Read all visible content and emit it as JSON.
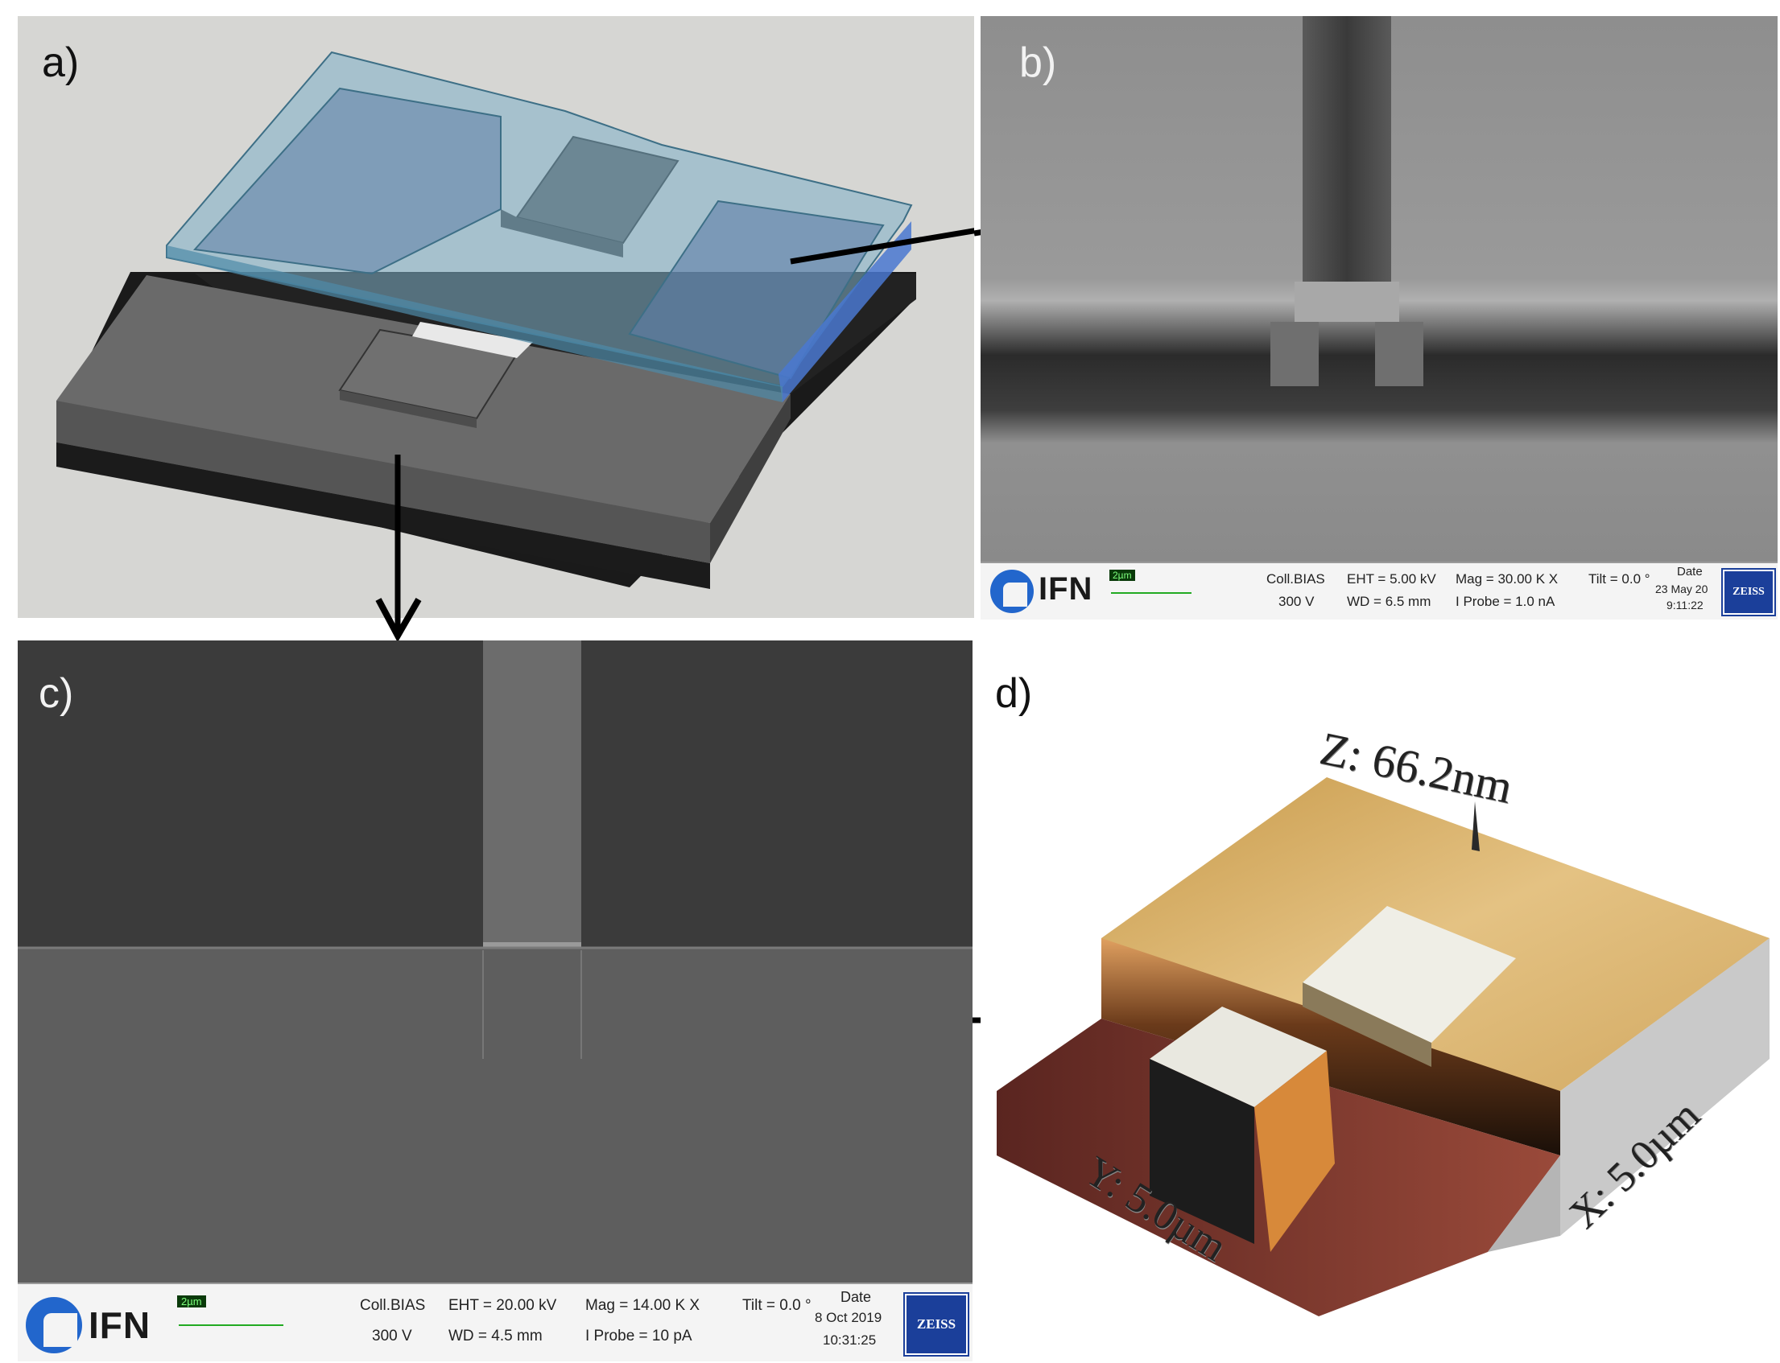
{
  "figure": {
    "panels": {
      "a": {
        "label": "a)"
      },
      "b": {
        "label": "b)"
      },
      "c": {
        "label": "c)"
      },
      "d": {
        "label": "d)"
      }
    },
    "sem_b": {
      "logo_text": "IFN",
      "scale_text": "2µm",
      "col_bias_label": "Coll.BIAS",
      "col_bias_value": "300 V",
      "eht": "EHT =  5.00 kV",
      "wd": "WD =  6.5 mm",
      "mag": "Mag =    30.00 K X",
      "tilt": "Tilt =  0.0 °",
      "iprobe": "I Probe =    1.0 nA",
      "date_label": "Date",
      "date_value": "23 May 20",
      "time_value": "9:11:22",
      "brand": "ZEISS"
    },
    "sem_c": {
      "logo_text": "IFN",
      "scale_text": "2µm",
      "col_bias_label": "Coll.BIAS",
      "col_bias_value": "300 V",
      "eht": "EHT = 20.00 kV",
      "wd": "WD =  4.5 mm",
      "mag": "Mag =    14.00 K X",
      "tilt": "Tilt =  0.0 °",
      "iprobe": "I Probe =      10 pA",
      "date_label": "Date",
      "date_value": "8 Oct 2019",
      "time_value": "10:31:25",
      "brand": "ZEISS"
    },
    "afm": {
      "z_label": "Z: 66.2nm",
      "y_label": "Y: 5.0µm",
      "x_label": "X: 5.0µm"
    },
    "colors": {
      "panel_a_bg": "#d6d6d3",
      "electrode_blue": "#7fb0c8",
      "dark_gray": "#4a4a4a",
      "afm_gold": "#d9b56a",
      "afm_red": "#8a3a32"
    }
  }
}
